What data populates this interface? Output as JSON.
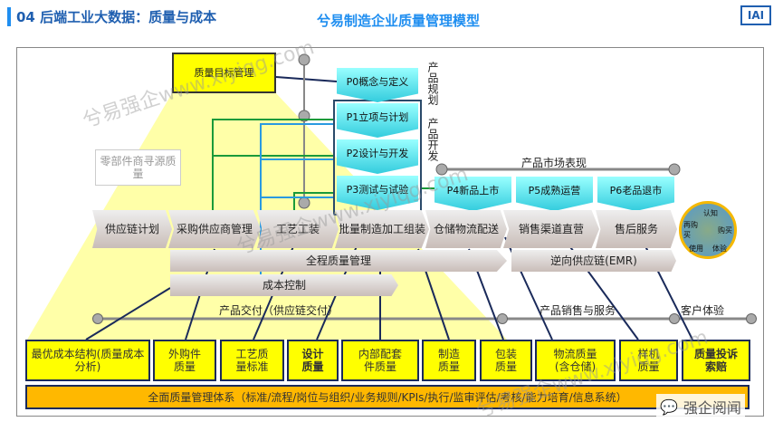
{
  "header": {
    "section": "04 后端工业大数据：质量与成本",
    "title": "兮易制造企业质量管理模型",
    "logo": "IAI"
  },
  "goal": "质量目标管理",
  "supplier_quality": "零部件商寻源质量",
  "phases": [
    "P0概念与定义",
    "P1立项与计划",
    "P2设计与开发",
    "P3测试与试验",
    "P4新品上市",
    "P5成熟运营",
    "P6老品退市"
  ],
  "phase_labels": {
    "planning": "产品规划",
    "development": "产品开发",
    "market": "产品市场表现"
  },
  "process": [
    "供应链计划",
    "采购供应商管理",
    "工艺工装",
    "批量制造加工组装",
    "仓储物流配送",
    "销售渠道直营",
    "售后服务"
  ],
  "customer_cycle": [
    "认知",
    "购买",
    "使用",
    "体验",
    "再购买"
  ],
  "bars": {
    "full": "全程质量管理",
    "reverse": "逆向供应链(EMR)",
    "cost": "成本控制"
  },
  "timeline": [
    "产品交付（供应链交付）",
    "产品销售与服务",
    "客户体验"
  ],
  "quality_boxes": [
    "最优成本结构(质量成本分析)",
    "外购件质量",
    "工艺质量标准",
    "设计质量",
    "内部配套件质量",
    "制造质量",
    "包装质量",
    "物流质量(含仓储)",
    "样机质量",
    "质量投诉索赔"
  ],
  "system": "全面质量管理体系（标准/流程/岗位与组织/业务规则/KPIs/执行/监审评估/考核/能力培育/信息系统）",
  "watermark": "兮易强企www.xiyiqg.com",
  "brand": "强企阅闻"
}
